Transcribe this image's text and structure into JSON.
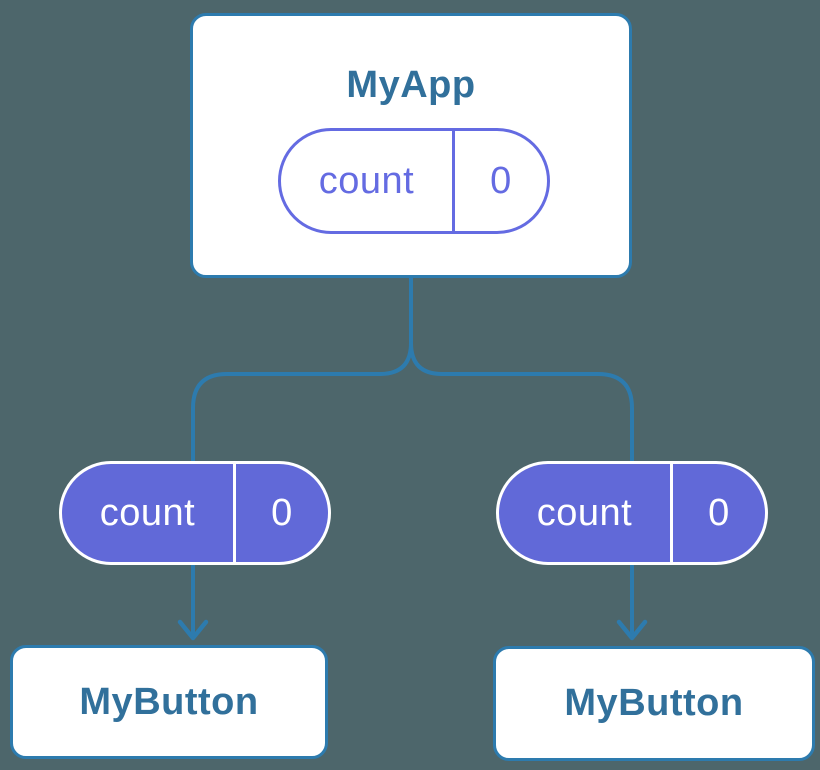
{
  "palette": {
    "canvas_bg": "#4d666b",
    "card_bg": "#ffffff",
    "card_border": "#2d7bae",
    "connector": "#2d7bae",
    "heading_text": "#31709b",
    "pill_outline": "#646be2",
    "pill_fill": "#6169d8",
    "pill_fill_text": "#ffffff"
  },
  "diagram": {
    "root": {
      "title": "MyApp",
      "state_pill": {
        "label": "count",
        "value": "0"
      }
    },
    "left_branch": {
      "prop_pill": {
        "label": "count",
        "value": "0"
      },
      "child": {
        "title": "MyButton"
      }
    },
    "right_branch": {
      "prop_pill": {
        "label": "count",
        "value": "0"
      },
      "child": {
        "title": "MyButton"
      }
    }
  }
}
